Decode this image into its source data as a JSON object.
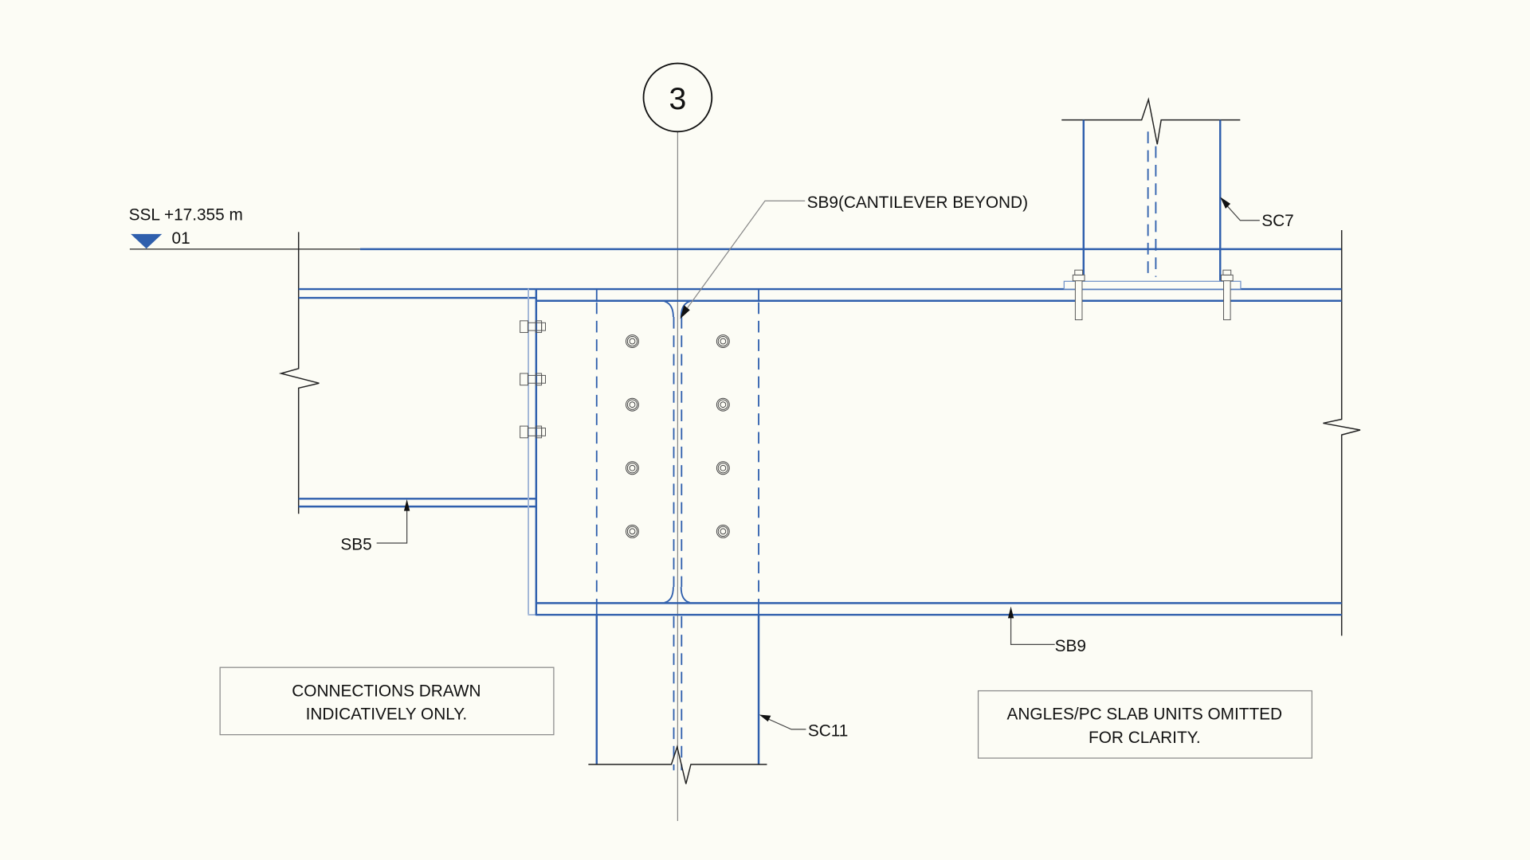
{
  "drawing": {
    "grid_label": "3",
    "level": {
      "text": "SSL +17.355 m",
      "sub_label": "01"
    },
    "labels": {
      "sb9_top": "SB9",
      "sb9_top_note": "(CANTILEVER BEYOND)",
      "sc7": "SC7",
      "sb5": "SB5",
      "sb9_bottom": "SB9",
      "sc11": "SC11"
    },
    "notes": {
      "left_line1": "CONNECTIONS DRAWN",
      "left_line2": "INDICATIVELY ONLY.",
      "right_line1": "ANGLES/PC SLAB UNITS OMITTED",
      "right_line2": "FOR CLARITY."
    },
    "colors": {
      "background": "#fcfcf5",
      "steel": "#2f5fad",
      "steel_light": "#9db3d6",
      "ink": "#222222",
      "level_marker": "#2f5fad"
    },
    "bolt_grid": {
      "columns": 2,
      "rows": 4
    },
    "side_bolts": 3
  }
}
